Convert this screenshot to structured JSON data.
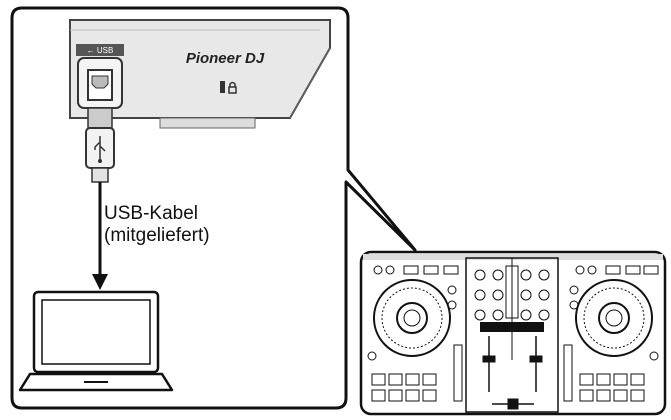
{
  "device": {
    "brand": "Pioneer DJ",
    "port_label": "← USB"
  },
  "cable": {
    "label_line1": "USB-Kabel",
    "label_line2": "(mitgeliefert)"
  },
  "icons": [
    "usb-port-icon",
    "usb-symbol-icon",
    "kensington-lock-icon",
    "laptop-icon",
    "dj-controller-icon"
  ],
  "colors": {
    "line": "#111111",
    "panel": "#e6e6e6",
    "background": "#ffffff"
  }
}
